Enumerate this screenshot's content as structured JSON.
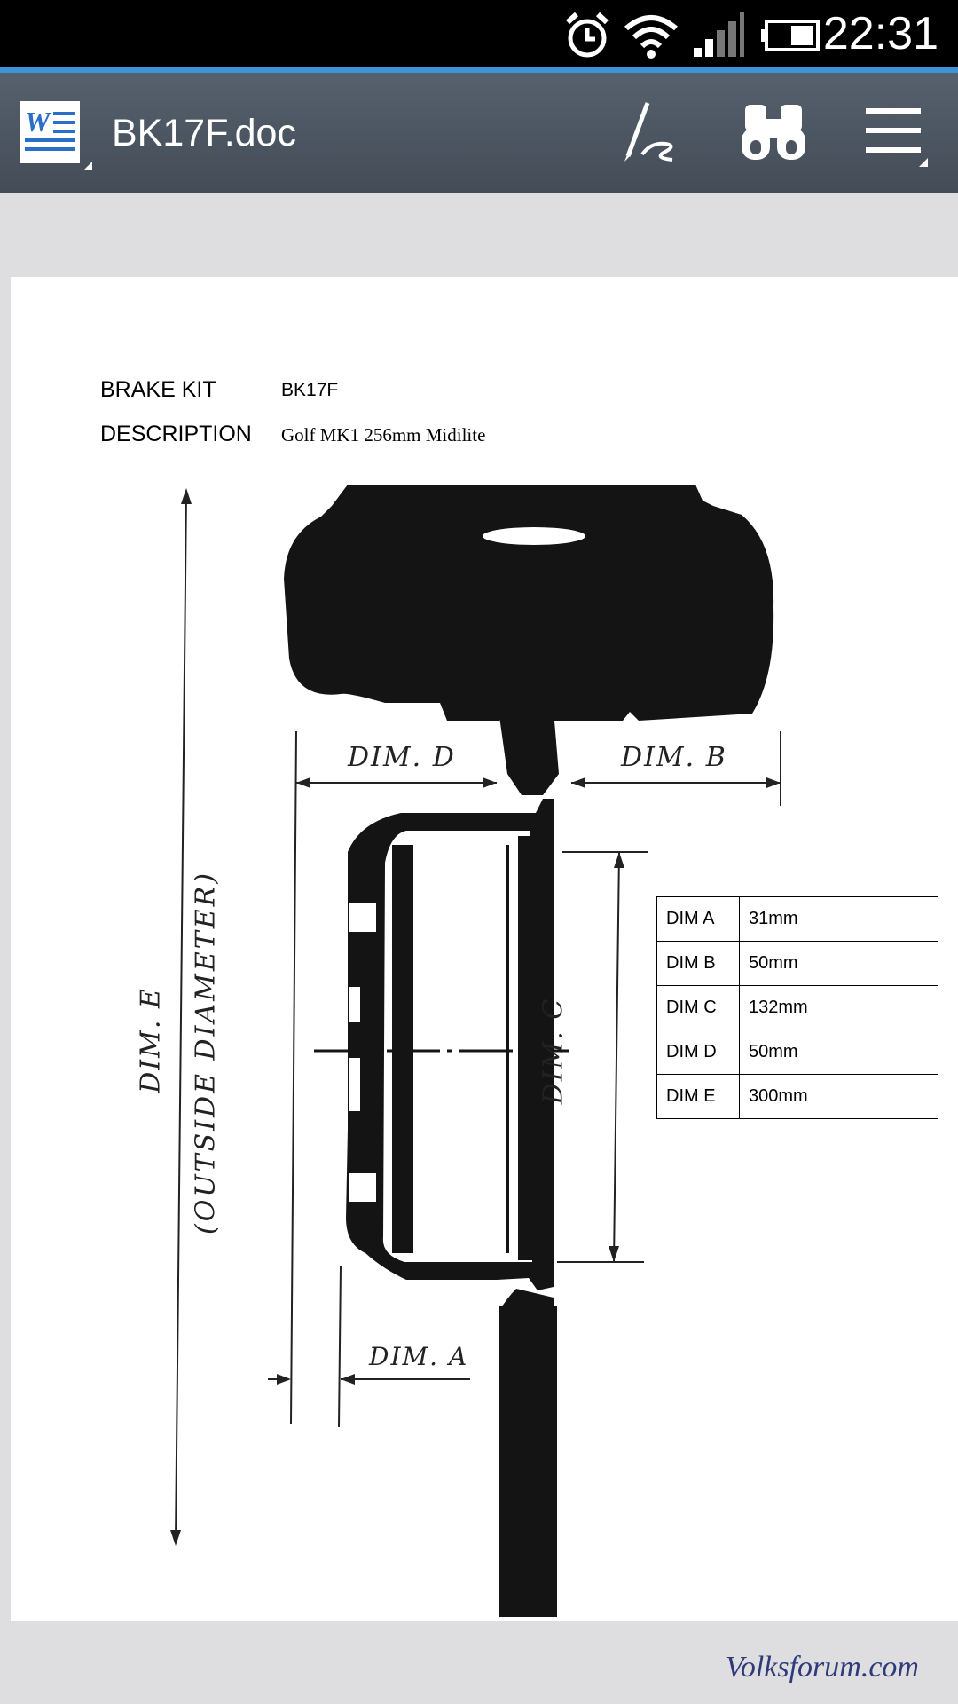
{
  "status_bar": {
    "time": "22:31",
    "icons": [
      "alarm-icon",
      "wifi-icon",
      "signal-icon",
      "battery-icon"
    ]
  },
  "app_bar": {
    "app_icon": "word-document-icon",
    "title": "BK17F.doc",
    "actions": [
      "pen-icon",
      "binoculars-icon",
      "menu-icon"
    ]
  },
  "document": {
    "fields": [
      {
        "label": "BRAKE KIT",
        "value": "BK17F"
      },
      {
        "label": "DESCRIPTION",
        "value": "Golf MK1 256mm Midilite"
      }
    ],
    "drawing_labels": {
      "dim_a": "DIM. A",
      "dim_b": "DIM. B",
      "dim_c": "DIM. C",
      "dim_d": "DIM. D",
      "dim_e": "DIM. E",
      "outside_diameter": "(OUTSIDE DIAMETER)"
    },
    "dimensions_table": [
      {
        "name": "DIM A",
        "value": "31mm"
      },
      {
        "name": "DIM B",
        "value": "50mm"
      },
      {
        "name": "DIM C",
        "value": "132mm"
      },
      {
        "name": "DIM D",
        "value": "50mm"
      },
      {
        "name": "DIM E",
        "value": "300mm"
      }
    ]
  },
  "watermark": "Volksforum.com"
}
